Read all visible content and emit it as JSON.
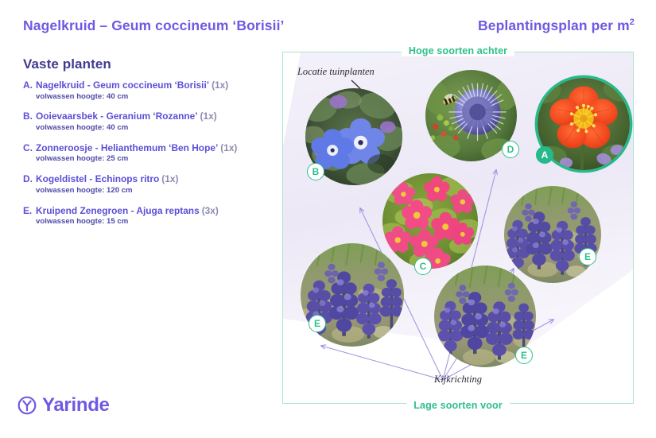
{
  "header": {
    "left_title": "Nagelkruid – Geum coccineum ‘Borisii’",
    "right_title": "Beplantingsplan per m",
    "right_title_sup": "2"
  },
  "list": {
    "heading": "Vaste planten",
    "items": [
      {
        "letter": "A.",
        "name": "Nagelkruid - Geum coccineum ‘Borisii’",
        "qty": "(1x)",
        "sub": "volwassen hoogte: 40 cm"
      },
      {
        "letter": "B.",
        "name": "Ooievaarsbek - Geranium ‘Rozanne’",
        "qty": "(1x)",
        "sub": "volwassen hoogte: 40 cm"
      },
      {
        "letter": "C.",
        "name": "Zonneroosje - Helianthemum ‘Ben Hope’",
        "qty": "(1x)",
        "sub": "volwassen hoogte: 25 cm"
      },
      {
        "letter": "D.",
        "name": "Kogeldistel - Echinops ritro",
        "qty": "(1x)",
        "sub": "volwassen hoogte: 120 cm"
      },
      {
        "letter": "E.",
        "name": "Kruipend Zenegroen - Ajuga reptans",
        "qty": "(3x)",
        "sub": "volwassen hoogte: 15 cm"
      }
    ]
  },
  "logo": {
    "text": "Yarinde",
    "mark": "circled-y-icon"
  },
  "diagram": {
    "label_top": "Hoge soorten achter",
    "label_bottom": "Lage soorten voor",
    "annotation_location": "Locatie tuinplanten",
    "annotation_viewdirection": "Kijkrichting",
    "plants": [
      {
        "badge": "B",
        "plant": "Ooievaarsbek - Geranium ‘Rozanne’",
        "highlight": false
      },
      {
        "badge": "D",
        "plant": "Kogeldistel - Echinops ritro",
        "highlight": false
      },
      {
        "badge": "A",
        "plant": "Nagelkruid - Geum coccineum ‘Borisii’",
        "highlight": true
      },
      {
        "badge": "C",
        "plant": "Zonneroosje - Helianthemum ‘Ben Hope’",
        "highlight": false
      },
      {
        "badge": "E",
        "plant": "Kruipend Zenegroen - Ajuga reptans",
        "highlight": false
      },
      {
        "badge": "E",
        "plant": "Kruipend Zenegroen - Ajuga reptans",
        "highlight": false
      },
      {
        "badge": "E",
        "plant": "Kruipend Zenegroen - Ajuga reptans",
        "highlight": false
      }
    ]
  },
  "colors": {
    "brand_purple": "#7158e2",
    "list_purple": "#5b4fd6",
    "heading_indigo": "#413a91",
    "accent_green": "#2ec08c",
    "panel_border": "#a9e4d3",
    "arrow_purple": "#a294e0",
    "ground_lavender": "#efecf7"
  }
}
